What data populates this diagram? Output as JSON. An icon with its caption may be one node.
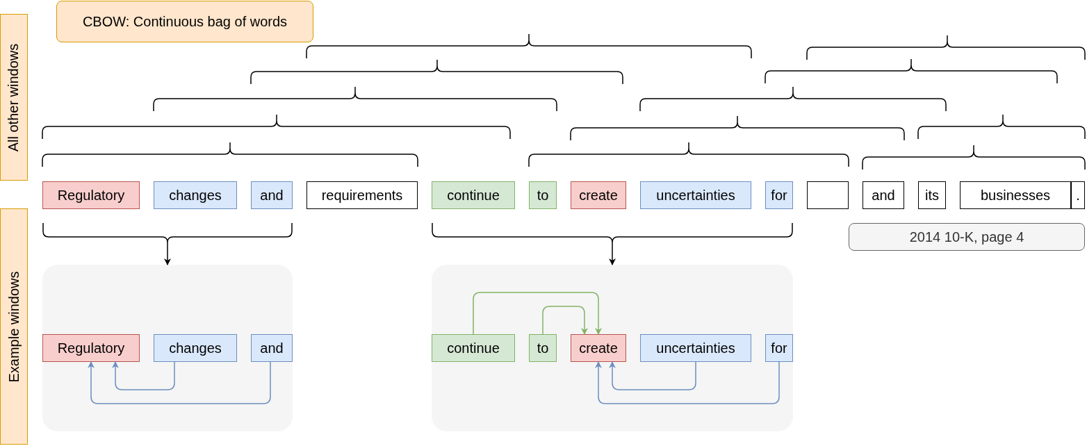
{
  "diagram": {
    "nodes": [
      {
        "text": [
          "All other windows"
        ]
      },
      {
        "text": [
          "Example windows"
        ]
      },
      {
        "text": [
          "CBOW: Continuous bag of words"
        ]
      },
      {
        "text": [
          "Regulatory"
        ]
      },
      {
        "text": [
          "changes"
        ]
      },
      {
        "text": [
          "and"
        ]
      },
      {
        "text": [
          "requirements"
        ]
      },
      {
        "text": [
          "continue"
        ]
      },
      {
        "text": [
          "to"
        ]
      },
      {
        "text": [
          "create"
        ]
      },
      {
        "text": [
          "uncertainties"
        ]
      },
      {
        "text": [
          "for"
        ]
      },
      {
        "text": [],
        "shape": "box"
      },
      {
        "text": [
          "and"
        ]
      },
      {
        "text": [
          "its"
        ]
      },
      {
        "text": [
          "businesses"
        ]
      },
      {
        "text": [
          "."
        ]
      },
      {
        "text": [
          "2014 10-K, page 4"
        ]
      },
      {
        "text": [],
        "shape": "box"
      },
      {
        "text": [
          "Regulatory"
        ],
        "in": 18
      },
      {
        "text": [
          "changes"
        ],
        "in": 18
      },
      {
        "text": [
          "and"
        ],
        "in": 18
      },
      {
        "text": [],
        "shape": "box"
      },
      {
        "text": [
          "continue"
        ],
        "in": 22
      },
      {
        "text": [
          "to"
        ],
        "in": 22
      },
      {
        "text": [
          "create"
        ],
        "in": 22
      },
      {
        "text": [
          "uncertainties"
        ],
        "in": 22
      },
      {
        "text": [
          "for"
        ],
        "in": 22
      },
      {
        "text": [],
        "shape": "bracket"
      },
      {
        "text": [],
        "shape": "bracket"
      }
    ],
    "edges": [
      {
        "from": 28,
        "to": 18,
        "arrow": "to",
        "color": "#000000"
      },
      {
        "from": 29,
        "to": 22,
        "arrow": "to",
        "color": "#000000"
      },
      {
        "from": 20,
        "to": 19,
        "arrow": "to",
        "color": "#6c8ebf"
      },
      {
        "from": 21,
        "to": 19,
        "arrow": "to",
        "color": "#6c8ebf"
      },
      {
        "from": 23,
        "to": 25,
        "arrow": "to",
        "color": "#82b366"
      },
      {
        "from": 24,
        "to": 25,
        "arrow": "to",
        "color": "#82b366"
      },
      {
        "from": 26,
        "to": 25,
        "arrow": "to",
        "color": "#6c8ebf"
      },
      {
        "from": 27,
        "to": 25,
        "arrow": "to",
        "color": "#6c8ebf"
      }
    ]
  }
}
